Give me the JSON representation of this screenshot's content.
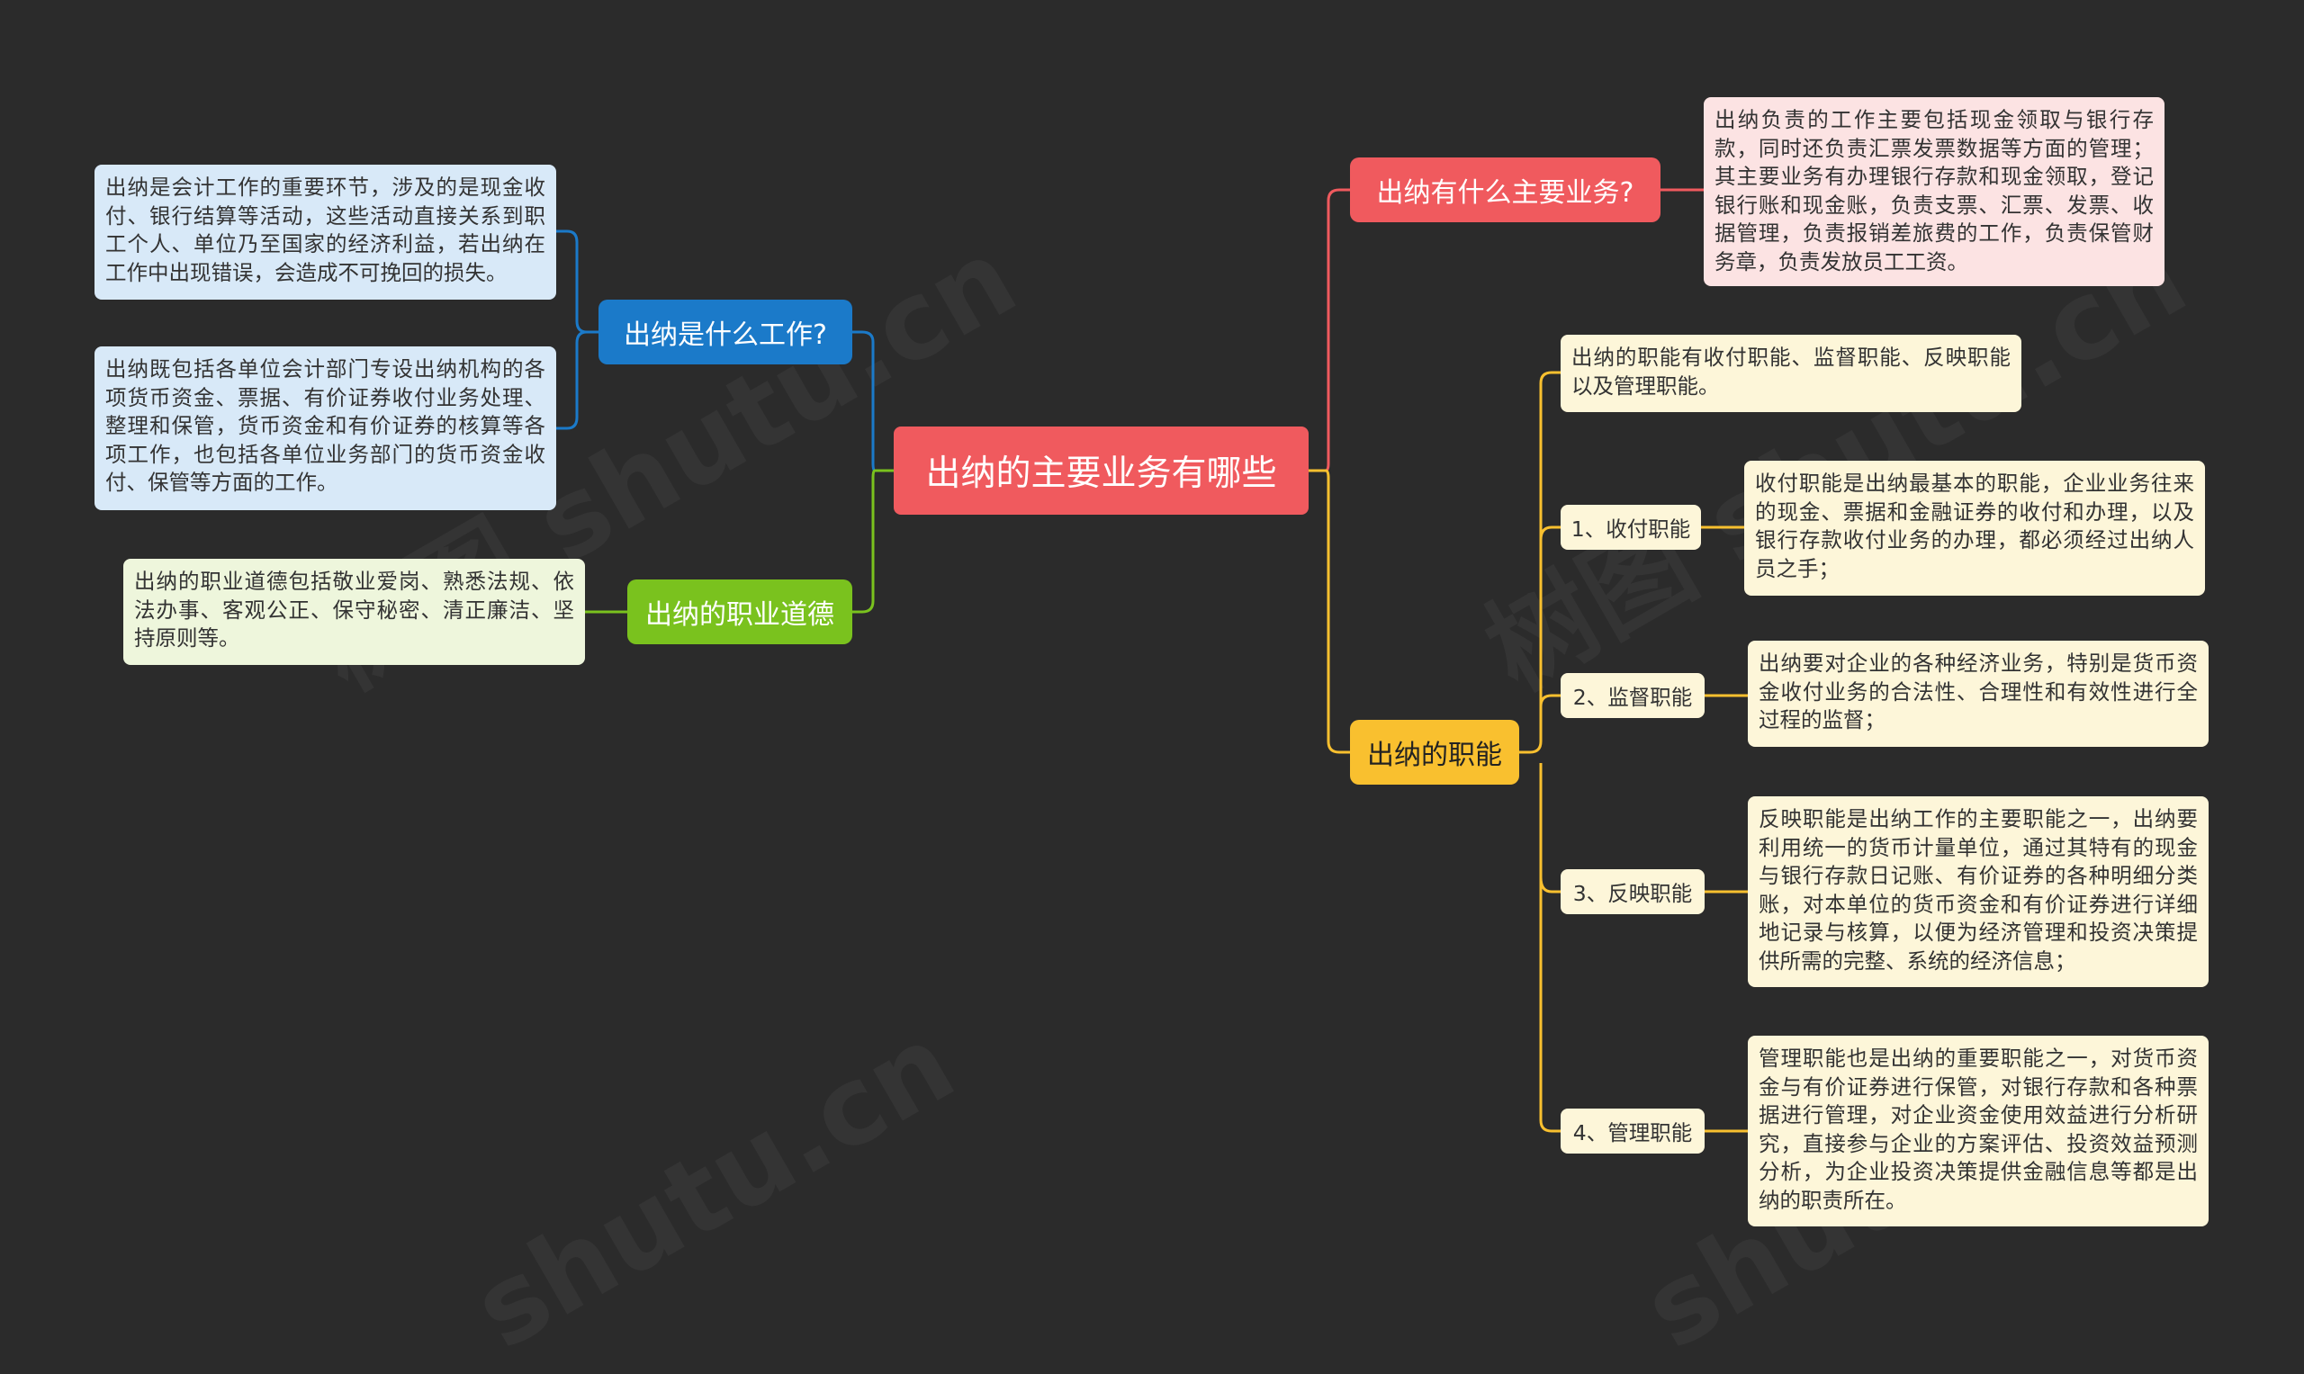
{
  "root": {
    "title": "出纳的主要业务有哪些"
  },
  "branches": {
    "what_work": {
      "label": "出纳是什么工作?",
      "details": [
        "出纳是会计工作的重要环节，涉及的是现金收付、银行结算等活动，这些活动直接关系到职工个人、单位乃至国家的经济利益，若出纳在工作中出现错误，会造成不可挽回的损失。",
        "出纳既包括各单位会计部门专设出纳机构的各项货币资金、票据、有价证券收付业务处理、整理和保管，货币资金和有价证券的核算等各项工作，也包括各单位业务部门的货币资金收付、保管等方面的工作。"
      ]
    },
    "ethics": {
      "label": "出纳的职业道德",
      "detail": "出纳的职业道德包括敬业爱岗、熟悉法规、依法办事、客观公正、保守秘密、清正廉洁、坚持原则等。"
    },
    "main_business": {
      "label": "出纳有什么主要业务?",
      "detail": "出纳负责的工作主要包括现金领取与银行存款，同时还负责汇票发票数据等方面的管理；其主要业务有办理银行存款和现金领取，登记银行账和现金账，负责支票、汇票、发票、收据管理，负责报销差旅费的工作，负责保管财务章，负责发放员工工资。"
    },
    "functions": {
      "label": "出纳的职能",
      "intro": "出纳的职能有收付职能、监督职能、反映职能以及管理职能。",
      "items": [
        {
          "label": "1、收付职能",
          "detail": "收付职能是出纳最基本的职能，企业业务往来的现金、票据和金融证券的收付和办理，以及银行存款收付业务的办理，都必须经过出纳人员之手；"
        },
        {
          "label": "2、监督职能",
          "detail": "出纳要对企业的各种经济业务，特别是货币资金收付业务的合法性、合理性和有效性进行全过程的监督；"
        },
        {
          "label": "3、反映职能",
          "detail": "反映职能是出纳工作的主要职能之一，出纳要利用统一的货币计量单位，通过其特有的现金与银行存款日记账、有价证券的各种明细分类账，对本单位的货币资金和有价证券进行详细地记录与核算，以便为经济管理和投资决策提供所需的完整、系统的经济信息；"
        },
        {
          "label": "4、管理职能",
          "detail": "管理职能也是出纳的重要职能之一，对货币资金与有价证券进行保管，对银行存款和各种票据进行管理，对企业资金使用效益进行分析研究，直接参与企业的方案评估、投资效益预测分析，为企业投资决策提供金融信息等都是出纳的职责所在。"
        }
      ]
    }
  },
  "colors": {
    "background": "#2b2b2b",
    "root": "#f05a5e",
    "blue": "#1b7ac9",
    "green": "#7ac21e",
    "red": "#f05a5e",
    "yellow": "#f9c02f"
  }
}
